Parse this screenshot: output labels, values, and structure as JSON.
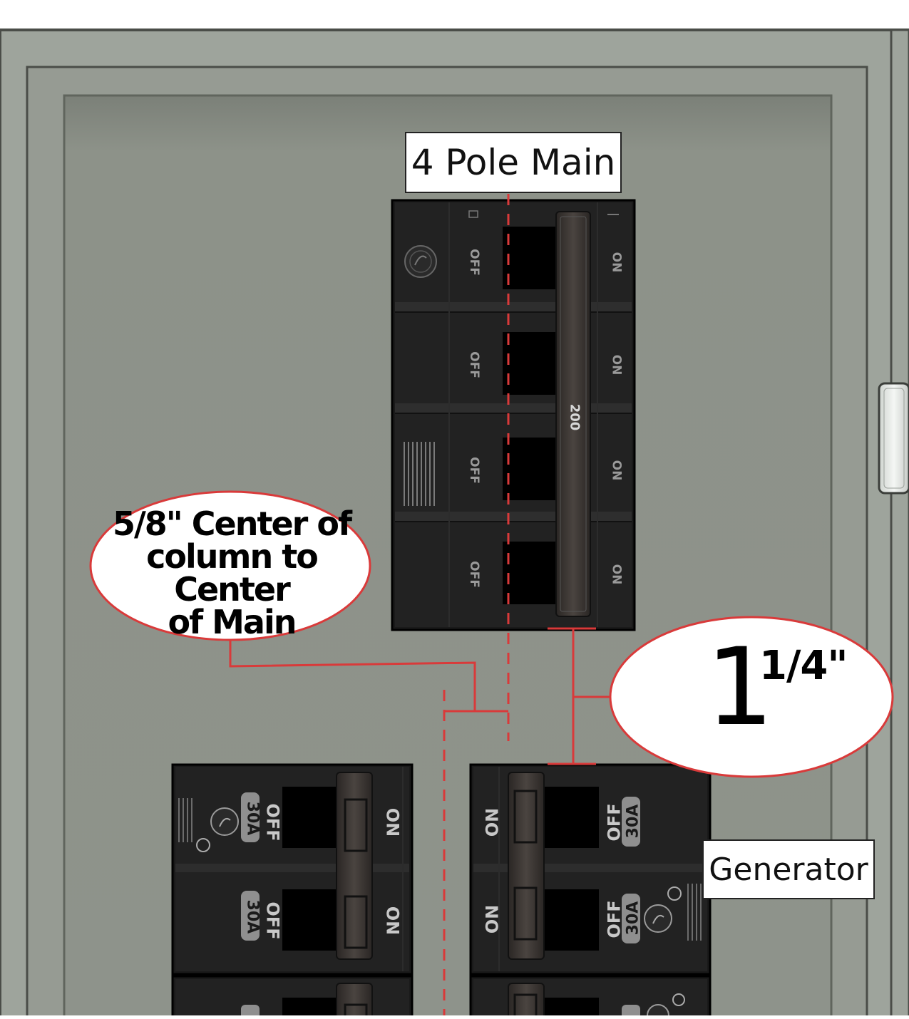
{
  "main_label": "4 Pole Main",
  "main_rating": "200",
  "generator_label": "Generator",
  "callout_offset": {
    "lines": [
      "5/8\" Center of",
      "column to Center",
      "of Main"
    ]
  },
  "callout_spacing": {
    "whole": "1",
    "fraction": "1/4\""
  },
  "breaker_text": {
    "on": "ON",
    "off": "OFF",
    "amps": "30A"
  },
  "colors": {
    "panel": "#8f948c",
    "breaker": "#1c1c1c",
    "handle": "#3a3532",
    "dimension_line": "#d93a3a",
    "bubble_fill": "#ffffff"
  },
  "icons": [
    "ge-logo-icon",
    "ul-mark-icon"
  ]
}
